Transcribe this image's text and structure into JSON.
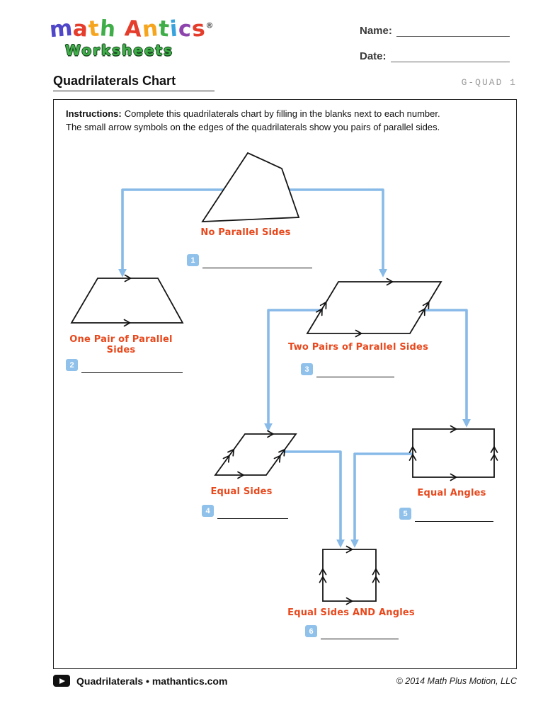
{
  "header": {
    "logo": {
      "word1": [
        [
          "m",
          "#4f46c8"
        ],
        [
          "a",
          "#e43d2c"
        ],
        [
          "t",
          "#f6a51f"
        ],
        [
          "h",
          "#3fae49"
        ]
      ],
      "word2": [
        [
          "A",
          "#e43d2c"
        ],
        [
          "n",
          "#f6a51f"
        ],
        [
          "t",
          "#3fae49"
        ],
        [
          "i",
          "#38a3dc"
        ],
        [
          "c",
          "#8d45ad"
        ],
        [
          "s",
          "#e43d2c"
        ]
      ],
      "registered": "®",
      "subtitle": "Worksheets"
    },
    "name_label": "Name:",
    "date_label": "Date:"
  },
  "title": {
    "text": "Quadrilaterals Chart",
    "code": "G-QUAD 1"
  },
  "instructions": {
    "label": "Instructions:",
    "line1": "Complete this quadrilaterals chart by filling in the blanks next to each number.",
    "line2": "The small arrow symbols  on the edges of the quadrilaterals show you pairs of parallel sides."
  },
  "chart": {
    "nodes": [
      {
        "shape": "quadrilateral",
        "label": "No Parallel Sides",
        "blank_number": "1",
        "blank_value": ""
      },
      {
        "shape": "trapezoid",
        "label": "One Pair of Parallel Sides",
        "blank_number": "2",
        "blank_value": ""
      },
      {
        "shape": "parallelogram",
        "label": "Two Pairs of Parallel Sides",
        "blank_number": "3",
        "blank_value": ""
      },
      {
        "shape": "rhombus",
        "label": "Equal Sides",
        "blank_number": "4",
        "blank_value": ""
      },
      {
        "shape": "rectangle",
        "label": "Equal Angles",
        "blank_number": "5",
        "blank_value": ""
      },
      {
        "shape": "square",
        "label": "Equal Sides AND Angles",
        "blank_number": "6",
        "blank_value": ""
      }
    ]
  },
  "footer": {
    "left": "Quadrilaterals • mathantics.com",
    "right": "© 2014 Math Plus Motion, LLC"
  },
  "colors": {
    "flow_blue": "#88bae8",
    "badge_blue": "#8fc1ea",
    "label_red": "#e8481c",
    "code_gray": "#9b9b9b"
  }
}
